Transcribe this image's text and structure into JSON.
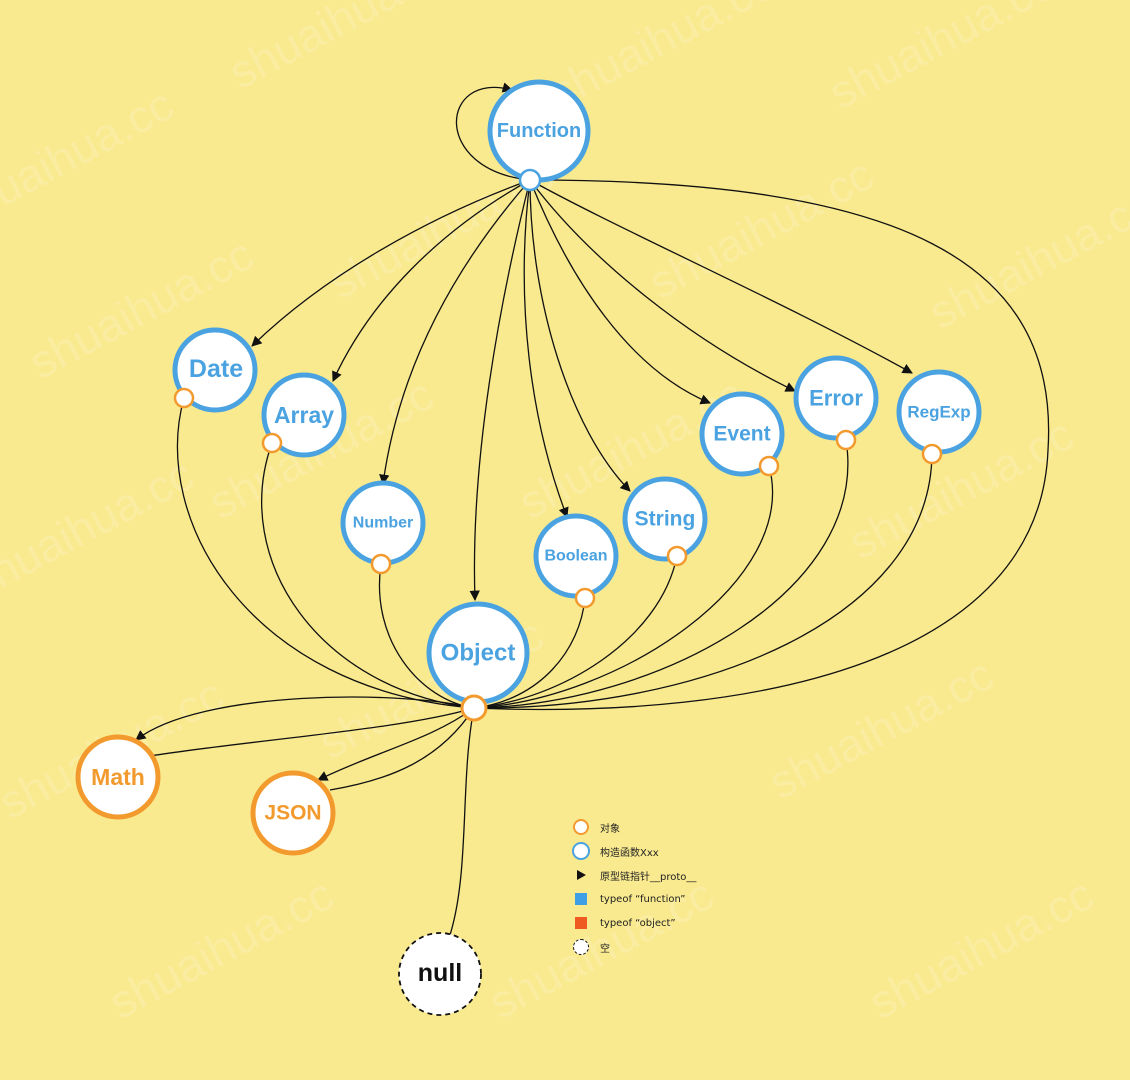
{
  "colors": {
    "background": "#f9ea8f",
    "function_blue": "#4aa3e0",
    "object_orange": "#f29a2e",
    "typeof_function": "#3f9fe6",
    "typeof_object": "#ee5a1f",
    "edge": "#111111"
  },
  "watermark": "shuaihua.cc",
  "nodes": [
    {
      "id": "function",
      "label": "Function",
      "kind": "function"
    },
    {
      "id": "date",
      "label": "Date",
      "kind": "function"
    },
    {
      "id": "array",
      "label": "Array",
      "kind": "function"
    },
    {
      "id": "number",
      "label": "Number",
      "kind": "function"
    },
    {
      "id": "boolean",
      "label": "Boolean",
      "kind": "function"
    },
    {
      "id": "string",
      "label": "String",
      "kind": "function"
    },
    {
      "id": "event",
      "label": "Event",
      "kind": "function"
    },
    {
      "id": "error",
      "label": "Error",
      "kind": "function"
    },
    {
      "id": "regexp",
      "label": "RegExp",
      "kind": "function"
    },
    {
      "id": "object",
      "label": "Object",
      "kind": "function"
    },
    {
      "id": "math",
      "label": "Math",
      "kind": "object"
    },
    {
      "id": "json",
      "label": "JSON",
      "kind": "object"
    },
    {
      "id": "null",
      "label": "null",
      "kind": "null"
    }
  ],
  "legend": [
    {
      "key": "object",
      "label": "对象"
    },
    {
      "key": "constructor",
      "label": "构造函数Xxx"
    },
    {
      "key": "proto",
      "label": "原型链指针__proto__"
    },
    {
      "key": "typeof_function",
      "label": "typeof “function”"
    },
    {
      "key": "typeof_object",
      "label": "typeof “object”"
    },
    {
      "key": "null",
      "label": "空"
    }
  ]
}
